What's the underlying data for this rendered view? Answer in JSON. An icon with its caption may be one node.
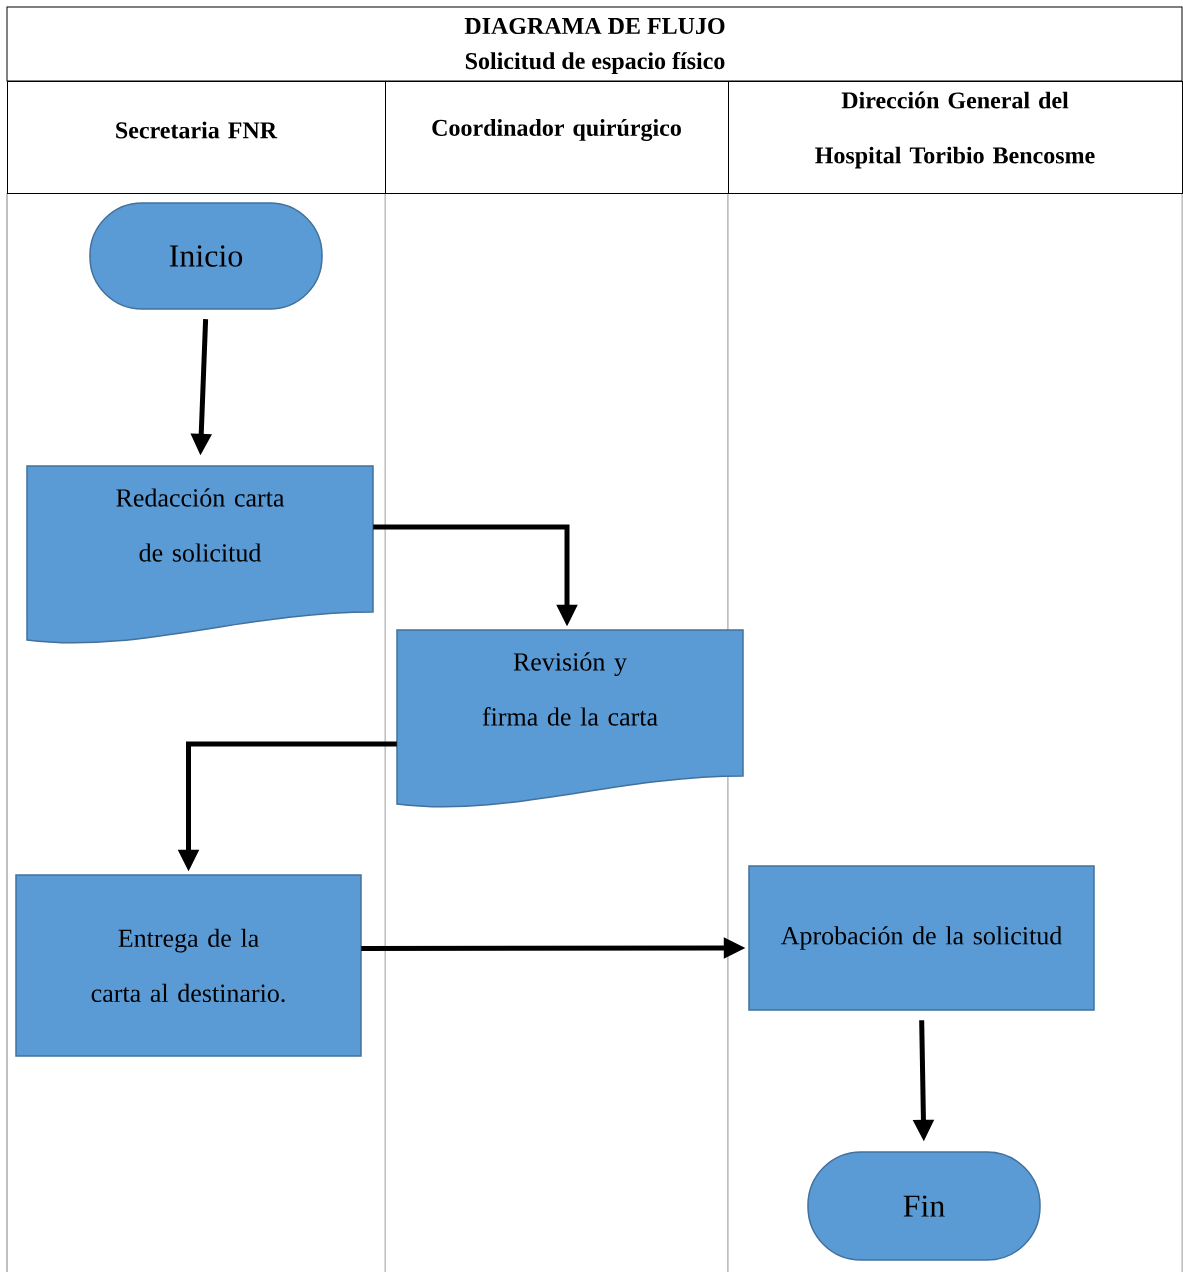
{
  "diagram": {
    "title": "DIAGRAMA DE FLUJO",
    "nodes": [
      {
        "text": [
          "Secretaria FNR"
        ]
      },
      {
        "text": [
          "Coordinador quirúrgico"
        ]
      },
      {
        "text": [
          "Dirección General del Hospital Toribio Bencosme"
        ]
      },
      {
        "text": [
          "Inicio"
        ]
      },
      {
        "text": [
          "Redacción carta de solicitud"
        ]
      },
      {
        "text": [
          "Revisión y firma de la carta"
        ]
      },
      {
        "text": [
          "Entrega de la carta al destinario."
        ]
      },
      {
        "text": [
          "Aprobación de la solicitud"
        ]
      },
      {
        "text": [
          "Fin"
        ]
      }
    ],
    "edges": [
      {
        "from": 3,
        "to": 4,
        "arrow": "to"
      },
      {
        "from": 4,
        "to": 5,
        "arrow": "to"
      },
      {
        "from": 5,
        "to": 6,
        "arrow": "to"
      },
      {
        "from": 6,
        "to": 7,
        "arrow": "to"
      },
      {
        "from": 7,
        "to": 8,
        "arrow": "to"
      }
    ],
    "labels": [
      "Solicitud de espacio físico"
    ]
  }
}
